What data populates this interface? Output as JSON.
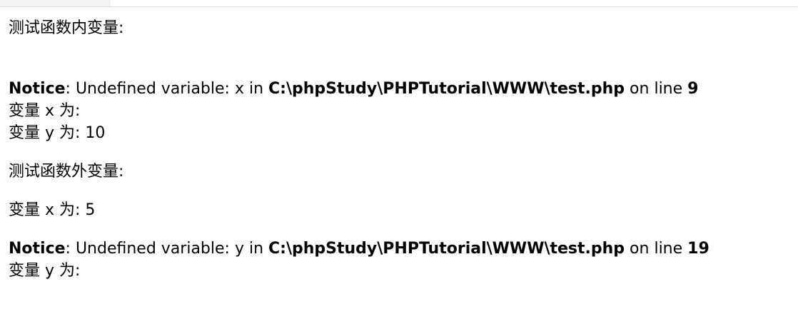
{
  "output": {
    "inside_heading": "测试函数内变量:",
    "notice1": {
      "label": "Notice",
      "sep": ": ",
      "message": "Undefined variable: x in ",
      "path": "C:\\phpStudy\\PHPTutorial\\WWW\\test.php",
      "on_line": " on line ",
      "line": "9"
    },
    "inside_x": "变量 x 为:",
    "inside_y": "变量 y 为: 10",
    "outside_heading": "测试函数外变量:",
    "outside_x": "变量 x 为: 5",
    "notice2": {
      "label": "Notice",
      "sep": ": ",
      "message": "Undefined variable: y in ",
      "path": "C:\\phpStudy\\PHPTutorial\\WWW\\test.php",
      "on_line": " on line ",
      "line": "19"
    },
    "outside_y": "变量 y 为:"
  }
}
